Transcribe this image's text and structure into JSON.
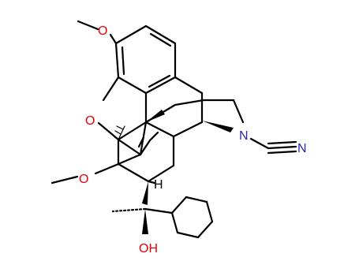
{
  "molecule": {
    "atom_labels": {
      "o_methoxy_top": "O",
      "o_ether_ring": "O",
      "o_methoxy_left": "O",
      "n_amine": "N",
      "n_nitrile": "N",
      "h_stereo": "H",
      "oh_hydroxyl": "OH"
    },
    "colors": {
      "bond": "#000000",
      "oxygen": "#e8000b",
      "nitrogen": "#2b27a8",
      "carbon_label": "#000000",
      "background": "#ffffff"
    }
  }
}
